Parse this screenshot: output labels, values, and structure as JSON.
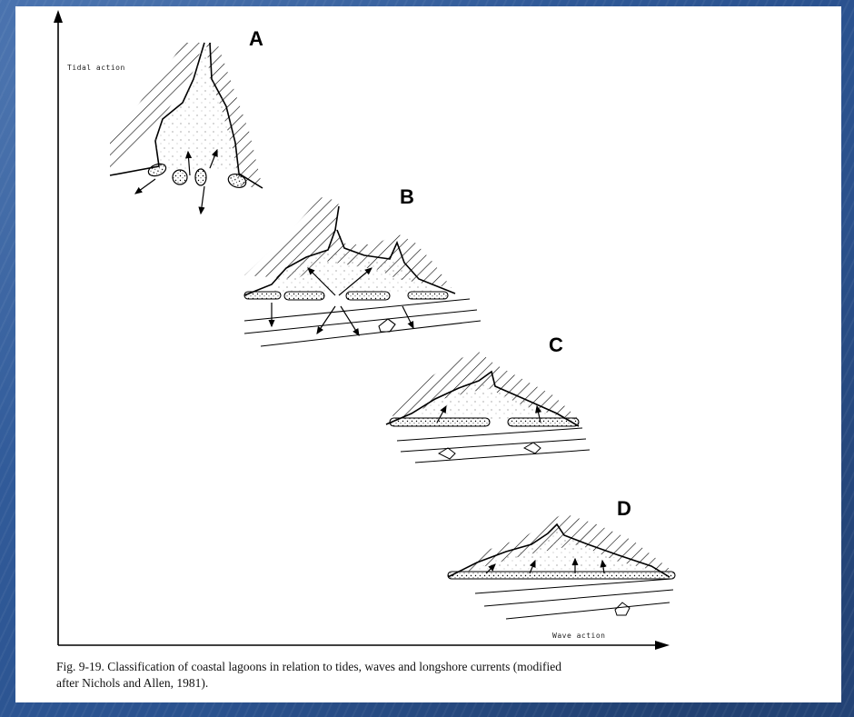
{
  "figure": {
    "labels": {
      "a": "A",
      "b": "B",
      "c": "C",
      "d": "D"
    },
    "y_axis_label": "Tidal action",
    "x_axis_label": "Wave action",
    "caption_line1": "Fig. 9-19. Classification of coastal lagoons in relation to tides, waves and longshore currents (modified",
    "caption_line2": "after Nichols and Allen, 1981)."
  },
  "colors": {
    "slide_background": "#2f5a97",
    "panel": "#ffffff",
    "ink": "#000000"
  }
}
